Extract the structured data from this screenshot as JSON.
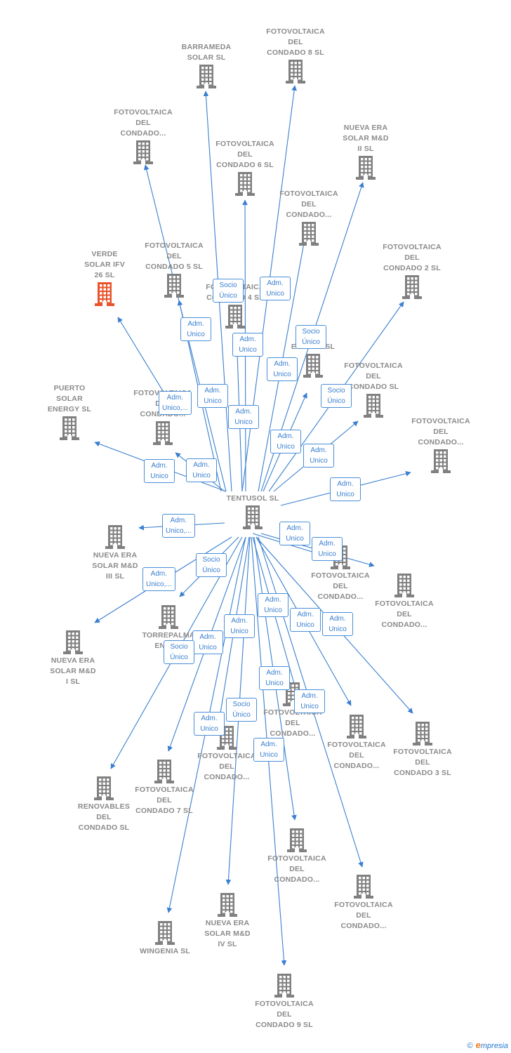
{
  "colors": {
    "edge": "#3a7fd0",
    "node": "#808080",
    "highlight": "#e8542c",
    "badge_border": "#4a8fd8"
  },
  "center": {
    "label": "TENTUSOL SL",
    "icon": "building-icon"
  },
  "nodes": [
    {
      "id": "barrameda",
      "lines": [
        "BARRAMEDA",
        "SOLAR SL"
      ]
    },
    {
      "id": "condado8",
      "lines": [
        "FOTOVOLTAICA",
        "DEL",
        "CONDADO 8 SL"
      ]
    },
    {
      "id": "condado_top_left",
      "lines": [
        "FOTOVOLTAICA",
        "DEL",
        "CONDADO..."
      ]
    },
    {
      "id": "condado6",
      "lines": [
        "FOTOVOLTAICA",
        "DEL",
        "CONDADO 6 SL"
      ]
    },
    {
      "id": "nueva_ii",
      "lines": [
        "NUEVA ERA",
        "SOLAR M&D",
        "II SL"
      ]
    },
    {
      "id": "condado_mid_top",
      "lines": [
        "FOTOVOLTAICA",
        "DEL",
        "CONDADO..."
      ]
    },
    {
      "id": "verde",
      "lines": [
        "VERDE",
        "SOLAR IFV",
        "26 SL"
      ],
      "highlight": true
    },
    {
      "id": "condado5",
      "lines": [
        "FOTOVOLTAICA",
        "DEL",
        "CONDADO 5 SL"
      ]
    },
    {
      "id": "condado2",
      "lines": [
        "FOTOVOLTAICA",
        "DEL",
        "CONDADO 2 SL"
      ]
    },
    {
      "id": "condado4",
      "lines": [
        "FOTOVOLTAICA",
        "CONDADO 4 SL"
      ]
    },
    {
      "id": "energy",
      "lines": [
        "ENERGY SL"
      ]
    },
    {
      "id": "condado_sl",
      "lines": [
        "FOTOVOLTAICA",
        "DEL",
        "CONDADO SL"
      ]
    },
    {
      "id": "puerto",
      "lines": [
        "PUERTO",
        "SOLAR",
        "ENERGY SL"
      ]
    },
    {
      "id": "condado_left_mid",
      "lines": [
        "FOTOVOLTAICA",
        "DEL",
        "CONDADO..."
      ]
    },
    {
      "id": "condado_right_mid",
      "lines": [
        "FOTOVOLTAICA",
        "DEL",
        "CONDADO..."
      ]
    },
    {
      "id": "nueva_iii",
      "lines": [
        "NUEVA ERA",
        "SOLAR M&D",
        "III SL"
      ]
    },
    {
      "id": "condado_r1",
      "lines": [
        "FOTOVOLTAICA",
        "DEL",
        "CONDADO..."
      ]
    },
    {
      "id": "condado_r2",
      "lines": [
        "FOTOVOLTAICA",
        "DEL",
        "CONDADO..."
      ]
    },
    {
      "id": "nueva_i",
      "lines": [
        "NUEVA ERA",
        "SOLAR M&D",
        "I SL"
      ]
    },
    {
      "id": "torrepalma",
      "lines": [
        "TORREPALMA",
        "ENER..."
      ]
    },
    {
      "id": "condado_center_low",
      "lines": [
        "FOTOVOLTAICA",
        "DEL",
        "CONDADO..."
      ]
    },
    {
      "id": "condado_r3",
      "lines": [
        "FOTOVOLTAICA",
        "DEL",
        "CONDADO..."
      ]
    },
    {
      "id": "condado3",
      "lines": [
        "FOTOVOLTAICA",
        "DEL",
        "CONDADO 3 SL"
      ]
    },
    {
      "id": "condado_center_low2",
      "lines": [
        "FOTOVOLTAICA",
        "DEL",
        "CONDADO..."
      ]
    },
    {
      "id": "renovables",
      "lines": [
        "RENOVABLES",
        "DEL",
        "CONDADO SL"
      ]
    },
    {
      "id": "condado7",
      "lines": [
        "FOTOVOLTAICA",
        "DEL",
        "CONDADO 7 SL"
      ]
    },
    {
      "id": "condado_low_mid",
      "lines": [
        "FOTOVOLTAICA",
        "DEL",
        "CONDADO..."
      ]
    },
    {
      "id": "condado_low_right",
      "lines": [
        "FOTOVOLTAICA",
        "DEL",
        "CONDADO..."
      ]
    },
    {
      "id": "nueva_iv",
      "lines": [
        "NUEVA ERA",
        "SOLAR M&D",
        "IV SL"
      ]
    },
    {
      "id": "wingenia",
      "lines": [
        "WINGENIA SL"
      ]
    },
    {
      "id": "condado9",
      "lines": [
        "FOTOVOLTAICA",
        "DEL",
        "CONDADO 9 SL"
      ]
    }
  ],
  "badges": [
    [
      "Socio",
      "Único"
    ],
    [
      "Adm.",
      "Unico"
    ],
    [
      "Adm.",
      "Unico"
    ],
    [
      "Socio",
      "Único"
    ],
    [
      "Adm.",
      "Unico"
    ],
    [
      "Adm.",
      "Unico"
    ],
    [
      "Adm.",
      "Unico"
    ],
    [
      "Adm.",
      "Unico,..."
    ],
    [
      "Adm.",
      "Unico"
    ],
    [
      "Adm.",
      "Unico"
    ],
    [
      "Adm.",
      "Unico"
    ],
    [
      "Socio",
      "Único"
    ],
    [
      "Adm.",
      "Unico"
    ],
    [
      "Adm.",
      "Unico"
    ],
    [
      "Adm.",
      "Unico"
    ],
    [
      "Adm.",
      "Unico,..."
    ],
    [
      "Adm.",
      "Unico"
    ],
    [
      "Adm.",
      "Unico"
    ],
    [
      "Socio",
      "Único"
    ],
    [
      "Adm.",
      "Unico,..."
    ],
    [
      "Adm.",
      "Unico"
    ],
    [
      "Adm.",
      "Unico"
    ],
    [
      "Adm.",
      "Unico"
    ],
    [
      "Adm.",
      "Unico"
    ],
    [
      "Socio",
      "Único"
    ],
    [
      "Adm.",
      "Unico"
    ],
    [
      "Adm.",
      "Unico"
    ],
    [
      "Adm.",
      "Unico"
    ],
    [
      "Socio",
      "Único"
    ],
    [
      "Adm.",
      "Unico"
    ],
    [
      "Adm.",
      "Unico"
    ]
  ],
  "footer": {
    "copyright": "©",
    "brand_initial": "e",
    "brand_rest": "mpresia"
  }
}
